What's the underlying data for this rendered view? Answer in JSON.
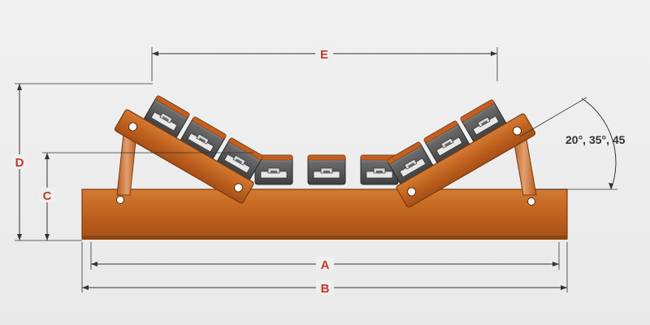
{
  "diagram": {
    "dimensions": {
      "A": "A",
      "B": "B",
      "C": "C",
      "D": "D",
      "E": "E"
    },
    "angle_label": "20°, 35°, 45",
    "colors": {
      "frame": "#c86a24",
      "frame_dark": "#8e4512",
      "roller_body": "#5b5b5b",
      "roller_top": "#e0e0e0",
      "roller_cap": "#c05a1e",
      "label_red": "#c0392b",
      "dim_line": "#333333",
      "background": "#efefef"
    }
  }
}
